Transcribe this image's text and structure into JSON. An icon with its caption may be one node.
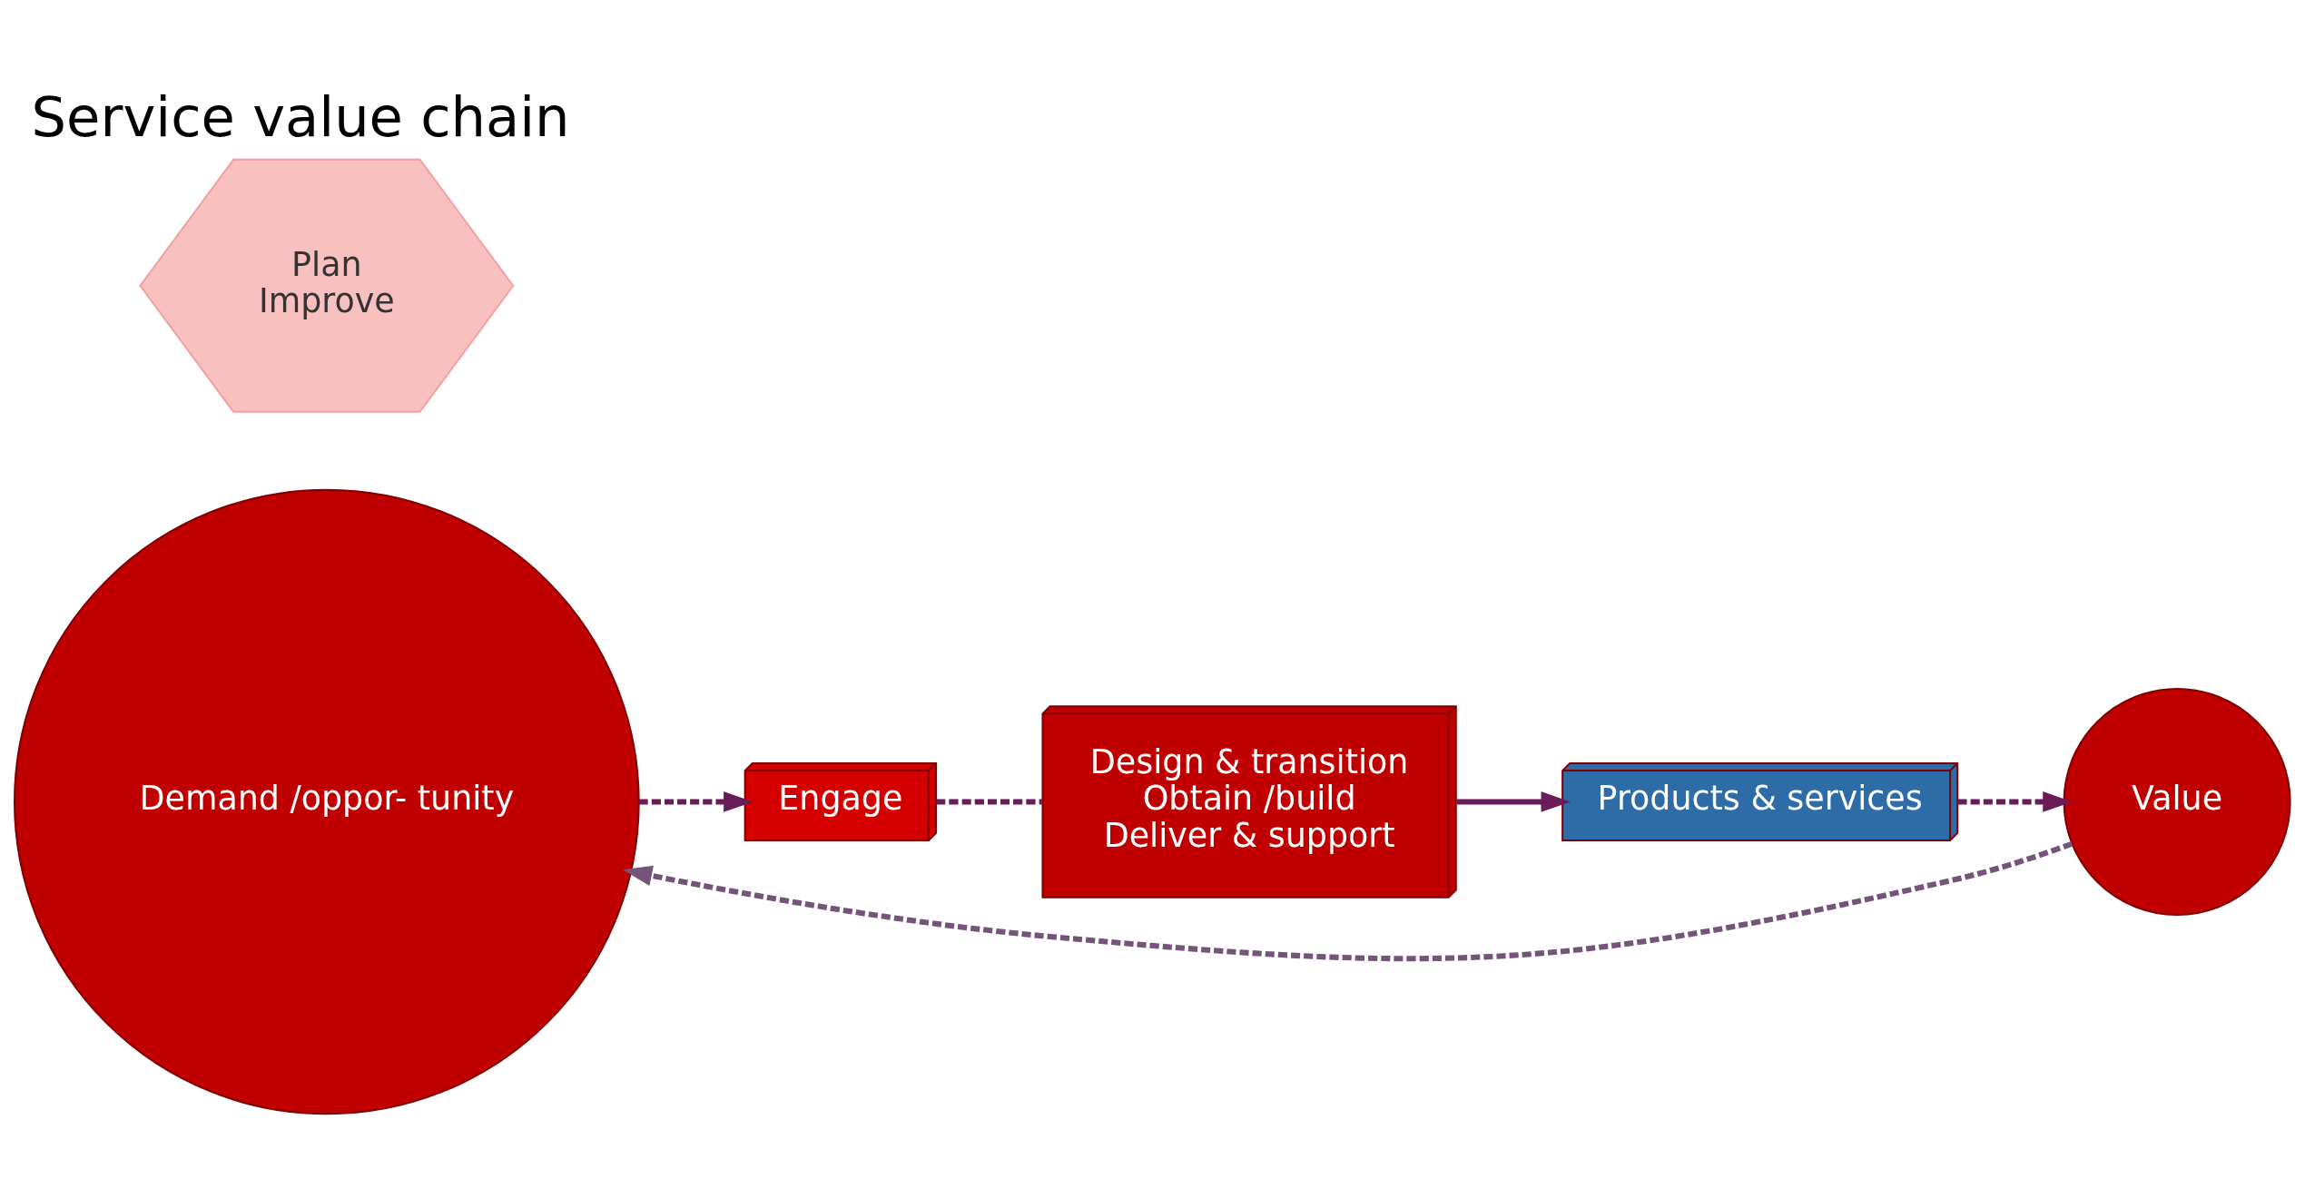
{
  "diagram": {
    "title": "Service value chain",
    "nodes": [
      {
        "text": [
          "Demand /oppor- tunity"
        ]
      },
      {
        "text": [
          "Plan",
          "Improve"
        ]
      },
      {
        "text": [
          "Engage"
        ]
      },
      {
        "text": [
          "Design & transition",
          "Obtain /build",
          "Deliver & support"
        ]
      },
      {
        "text": [
          "Products & services"
        ]
      },
      {
        "text": [
          "Value"
        ]
      }
    ],
    "edges": [
      {
        "from": 0,
        "to": 2,
        "arrow": "to",
        "style": "dashed"
      },
      {
        "from": 2,
        "to": 3,
        "arrow": "none",
        "style": "dashed"
      },
      {
        "from": 3,
        "to": 4,
        "arrow": "to"
      },
      {
        "from": 4,
        "to": 5,
        "arrow": "to",
        "style": "dashed"
      },
      {
        "from": 5,
        "to": 0,
        "arrow": "to",
        "style": "dashed",
        "color": "#745478"
      }
    ]
  }
}
